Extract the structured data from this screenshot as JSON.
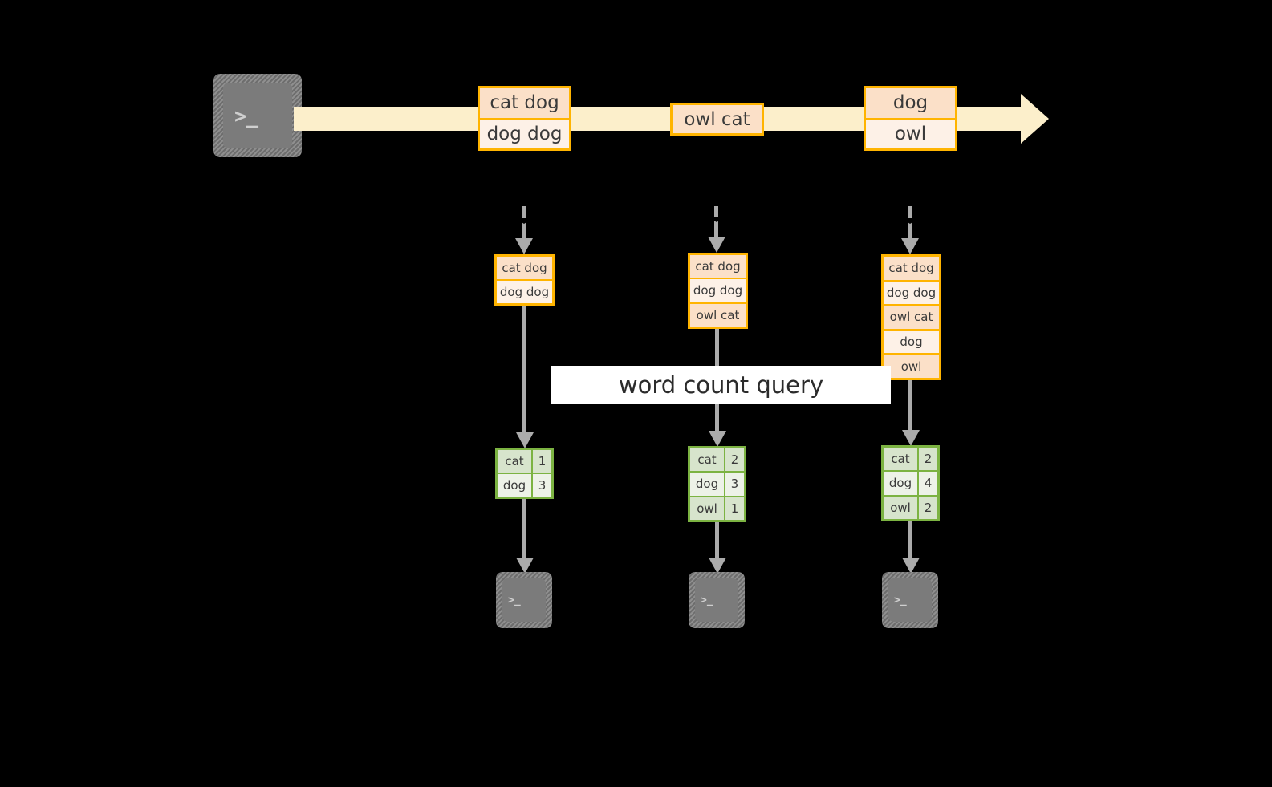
{
  "diagram": {
    "title": "",
    "query_label": "word count query",
    "colors": {
      "background": "#000000",
      "stream_band": "#FCEFCB",
      "record_border": "#FFB400",
      "record_fill_dark": "#FBE0C8",
      "record_fill_light": "#FDF1E7",
      "table_border": "#7CB342",
      "table_fill_dark": "#D7E4CC",
      "table_fill_light": "#EDF2E8",
      "arrow": "#ABABAB",
      "terminal": "#7B7B7B",
      "label_bg": "#FFFFFF"
    },
    "source": {
      "icon": "terminal-icon",
      "glyph": ">_"
    },
    "stream": {
      "icon": "arrow-right-icon",
      "groups": [
        {
          "rows": [
            "cat dog",
            "dog dog"
          ]
        },
        {
          "rows": [
            "owl cat"
          ]
        },
        {
          "rows": [
            "dog",
            "owl"
          ]
        }
      ]
    },
    "snapshots": [
      {
        "ingest_icon": "dashed-arrow-down-icon",
        "input_rows": [
          "cat dog",
          "dog dog"
        ],
        "result_header": null,
        "result_rows": [
          {
            "word": "cat",
            "count": "1"
          },
          {
            "word": "dog",
            "count": "3"
          }
        ],
        "sink_icon": "terminal-icon",
        "sink_glyph": ">_"
      },
      {
        "ingest_icon": "dashed-arrow-down-icon",
        "input_rows": [
          "cat dog",
          "dog dog",
          "owl cat"
        ],
        "result_header": null,
        "result_rows": [
          {
            "word": "cat",
            "count": "2"
          },
          {
            "word": "dog",
            "count": "3"
          },
          {
            "word": "owl",
            "count": "1"
          }
        ],
        "sink_icon": "terminal-icon",
        "sink_glyph": ">_"
      },
      {
        "ingest_icon": "dashed-arrow-down-icon",
        "input_rows": [
          "cat dog",
          "dog dog",
          "owl cat",
          "dog",
          "owl"
        ],
        "result_header": null,
        "result_rows": [
          {
            "word": "cat",
            "count": "2"
          },
          {
            "word": "dog",
            "count": "4"
          },
          {
            "word": "owl",
            "count": "2"
          }
        ],
        "sink_icon": "terminal-icon",
        "sink_glyph": ">_"
      }
    ]
  }
}
